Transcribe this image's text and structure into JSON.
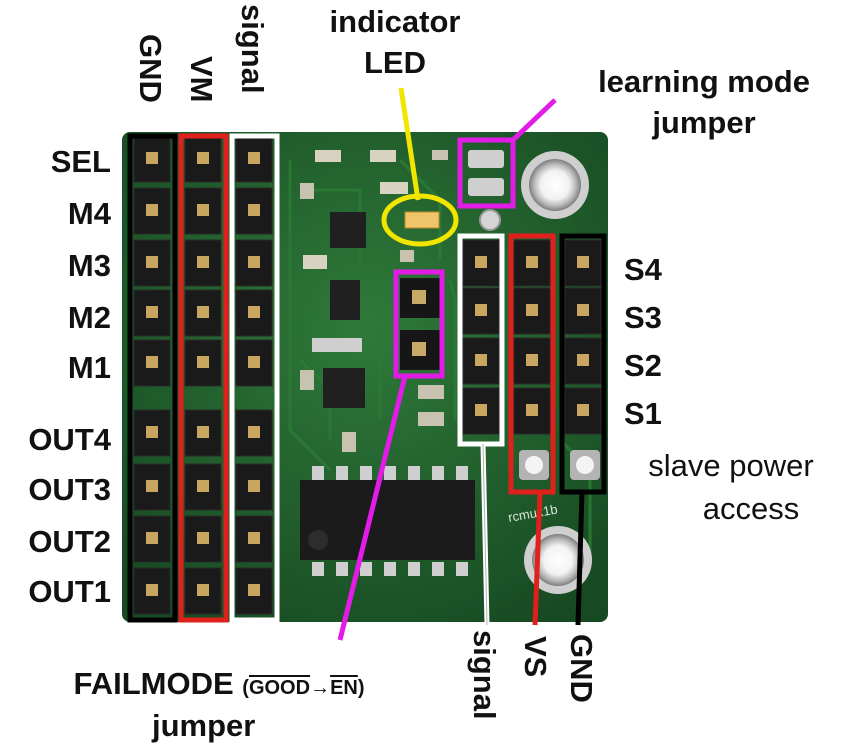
{
  "top_header_labels": {
    "gnd": "GND",
    "vm": "VM",
    "signal": "signal"
  },
  "indicator_led": {
    "line1": "indicator",
    "line2": "LED"
  },
  "learning_mode_jumper": {
    "line1": "learning mode",
    "line2": "jumper"
  },
  "left_pin_labels": [
    "SEL",
    "M4",
    "M3",
    "M2",
    "M1",
    "OUT4",
    "OUT3",
    "OUT2",
    "OUT1"
  ],
  "right_pin_labels": [
    "S4",
    "S3",
    "S2",
    "S1"
  ],
  "slave_power_access": {
    "line1": "slave power",
    "line2": "access"
  },
  "bottom_header_labels": {
    "signal": "signal",
    "vs": "VS",
    "gnd": "GND"
  },
  "failmode_jumper": {
    "title": "FAILMODE",
    "paren_open": "(",
    "good": "GOOD",
    "arrow": "→",
    "en": "EN",
    "paren_close": ")",
    "line2": "jumper"
  },
  "board_silkscreen": {
    "part_name": "rcmux1b"
  },
  "colors": {
    "board": "#1f5a2a",
    "gnd_box": "#000000",
    "vm_box": "#e0201c",
    "signal_box": "#ffffff",
    "led_callout": "#f2e600",
    "jumper_callout": "#e21ce6",
    "text": "#111111"
  }
}
